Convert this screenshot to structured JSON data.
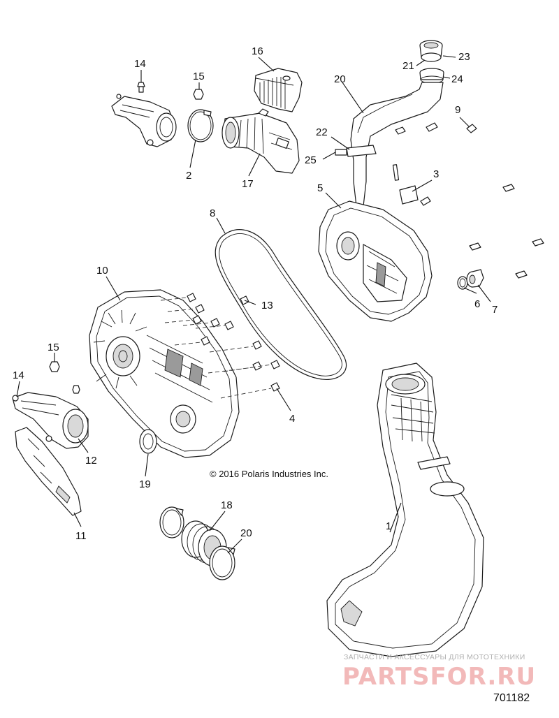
{
  "callouts": {
    "c1": "1",
    "c2": "2",
    "c3": "3",
    "c4": "4",
    "c5": "5",
    "c6": "6",
    "c7": "7",
    "c8": "8",
    "c9": "9",
    "c10": "10",
    "c11": "11",
    "c12": "12",
    "c13": "13",
    "c14a": "14",
    "c14b": "14",
    "c15a": "15",
    "c15b": "15",
    "c16": "16",
    "c17": "17",
    "c18": "18",
    "c19": "19",
    "c20a": "20",
    "c20b": "20",
    "c21": "21",
    "c22": "22",
    "c23": "23",
    "c24": "24",
    "c25": "25"
  },
  "copyright": "© 2016 Polaris Industries Inc.",
  "watermark": {
    "tagline": "ЗАПЧАСТИ И АКСЕССУАРЫ ДЛЯ МОТОТЕХНИКИ",
    "brand": "PARTSFOR.RU"
  },
  "diagram_id": "701182"
}
